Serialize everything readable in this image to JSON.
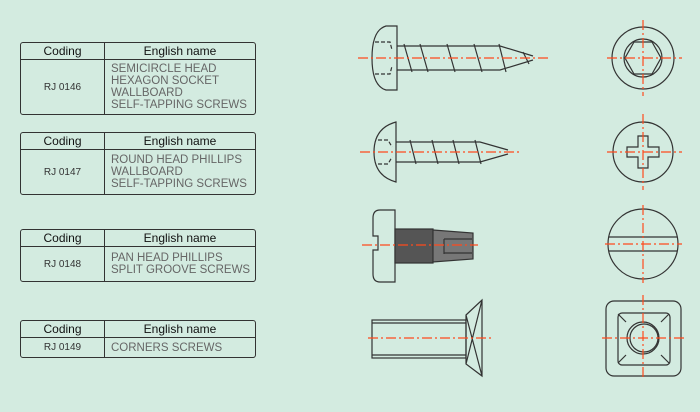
{
  "tables": [
    {
      "coding_header": "Coding",
      "name_header": "English name",
      "code": "RJ 0146",
      "name_lines": [
        "SEMICIRCLE HEAD",
        "HEXAGON SOCKET",
        "WALLBOARD",
        "SELF-TAPPING SCREWS"
      ]
    },
    {
      "coding_header": "Coding",
      "name_header": "English name",
      "code": "RJ 0147",
      "name_lines": [
        "ROUND HEAD PHILLIPS",
        "WALLBOARD",
        "SELF-TAPPING SCREWS"
      ]
    },
    {
      "coding_header": "Coding",
      "name_header": "English name",
      "code": "RJ 0148",
      "name_lines": [
        "PAN HEAD PHILLIPS",
        "SPLIT GROOVE SCREWS"
      ]
    },
    {
      "coding_header": "Coding",
      "name_header": "English name",
      "code": "RJ 0149",
      "name_lines": [
        "CORNERS SCREWS"
      ]
    }
  ],
  "colors": {
    "background": "#d3ebe0",
    "line": "#333333",
    "centerline": "#ff4a1c"
  }
}
